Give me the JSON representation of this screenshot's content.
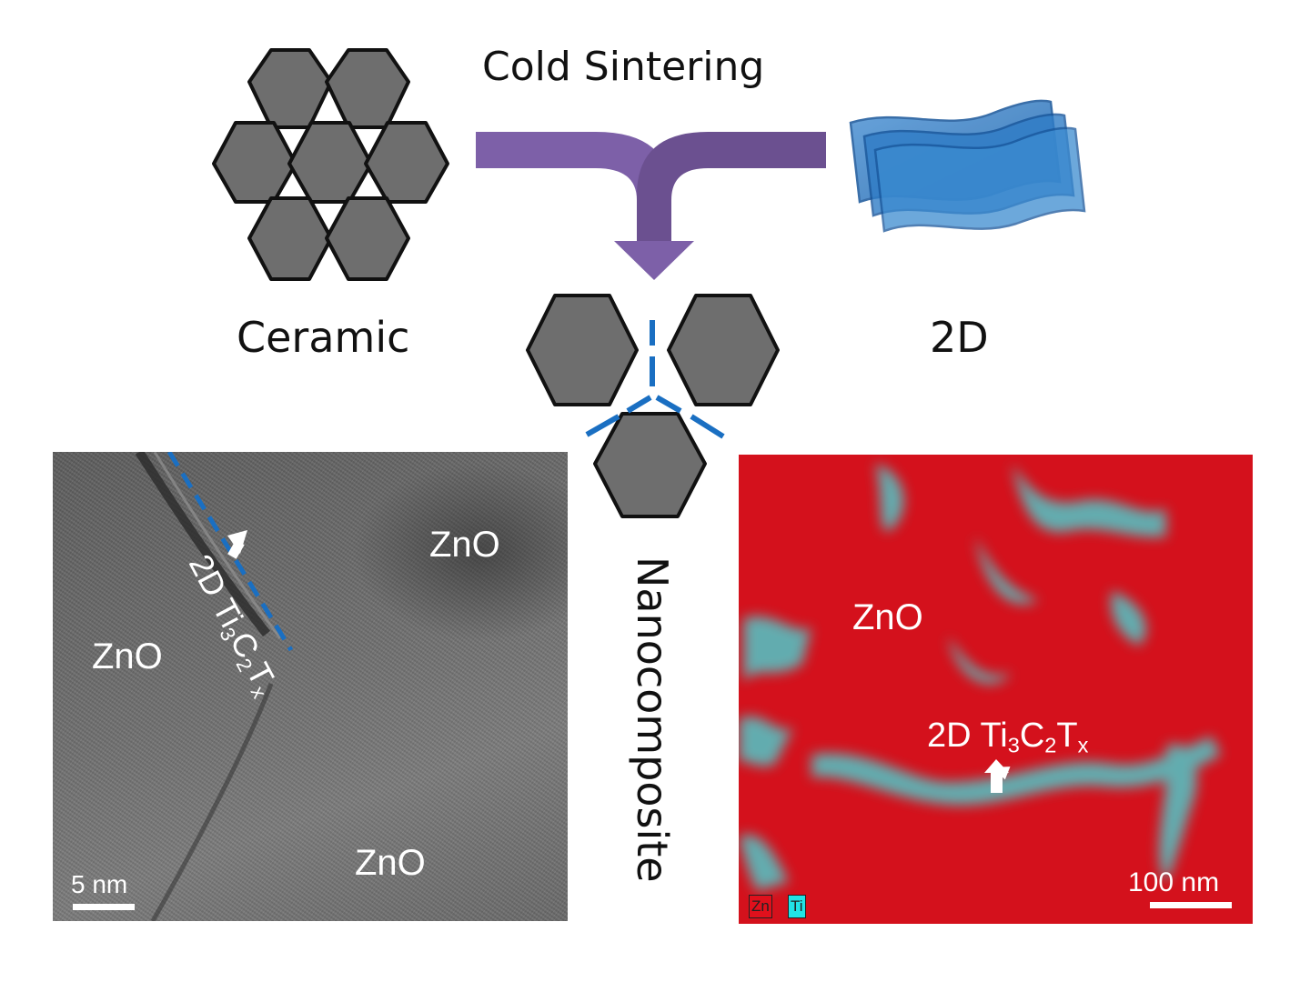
{
  "title": "Cold Sintering",
  "labels": {
    "ceramic": "Ceramic",
    "two_d": "2D",
    "nanocomposite": "Nanocomposite"
  },
  "tem_panel": {
    "grain_labels": [
      "ZnO",
      "ZnO",
      "ZnO"
    ],
    "phase_label": "2D Ti3C2Tx",
    "phase_prefix": "2D Ti",
    "phase_sub_a": "3",
    "phase_mid": "C",
    "phase_sub_b": "2",
    "phase_t": "T",
    "phase_sub_c": "x",
    "scale_bar": "5 nm"
  },
  "eds_panel": {
    "grain_label": "ZnO",
    "phase_prefix": "2D Ti",
    "phase_sub_a": "3",
    "phase_mid": "C",
    "phase_sub_b": "2",
    "phase_t": "T",
    "phase_sub_c": "x",
    "scale_bar": "100 nm",
    "legend": [
      {
        "label": "Zn",
        "color": "#e0101c"
      },
      {
        "label": "Ti",
        "color": "#21e3e6"
      }
    ]
  },
  "colors": {
    "arrow": "#7b5ea7",
    "arrow_dark": "#6a4e8f",
    "hexagon_fill": "#6e6e6e",
    "sheet_blue": "#2e7ac4",
    "dash_blue": "#1a6fc2"
  }
}
